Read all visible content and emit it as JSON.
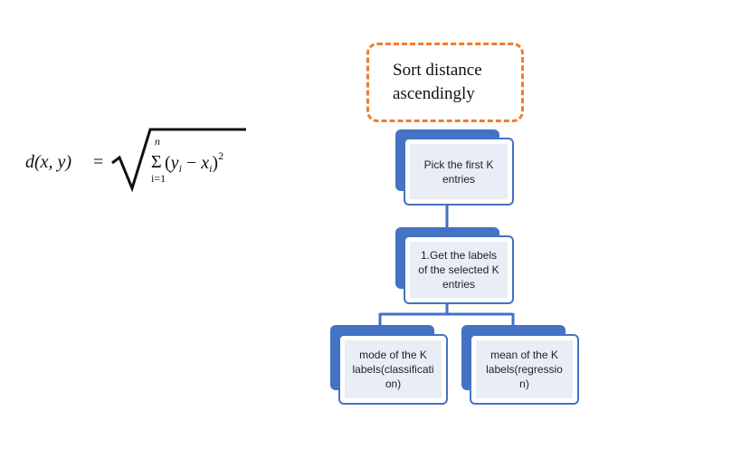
{
  "formula": {
    "lhs": "d(x, y)",
    "equals": "=",
    "sum_upper": "n",
    "sum_symbol": "Σ",
    "sum_lower": "i=1",
    "term_open": "(",
    "term_y": "y",
    "term_sub_i1": "i",
    "term_minus": " − ",
    "term_x": "x",
    "term_sub_i2": "i",
    "term_close": ")",
    "exponent": "2"
  },
  "diagram": {
    "sort_box": "Sort distance\nascendingly",
    "pick_box": "Pick the first K\nentries",
    "labels_box": "1.Get the labels\nof the selected K\nentries",
    "mode_box": "mode of the K\nlabels(classificati\non)",
    "mean_box": "mean of the K\nlabels(regressio\nn)"
  },
  "colors": {
    "accent_blue": "#4472c4",
    "dashed_orange": "#ed7d31",
    "card_fill": "#e9edf5"
  }
}
